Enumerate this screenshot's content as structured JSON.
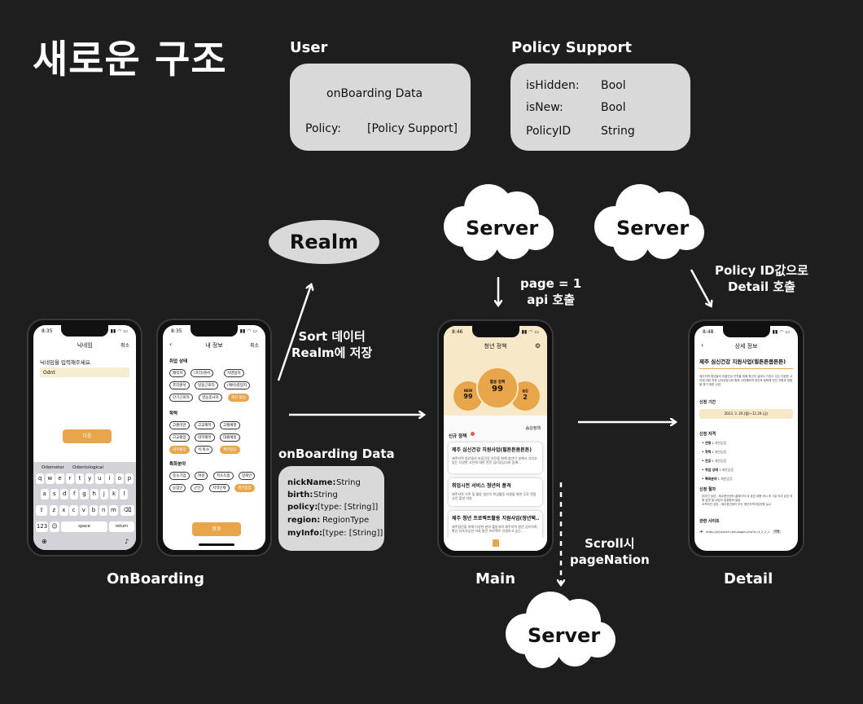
{
  "title": "새로운 구조",
  "user": {
    "label": "User",
    "line1": "onBoarding Data",
    "policy_key": "Policy:",
    "policy_val": "[Policy Support]"
  },
  "policy_support": {
    "label": "Policy Support",
    "rows": [
      {
        "key": "isHidden:",
        "val": "Bool"
      },
      {
        "key": "isNew:",
        "val": "Bool"
      },
      {
        "key": "PolicyID",
        "val": "String"
      }
    ]
  },
  "realm": "Realm",
  "sort_note": [
    "Sort 데이터",
    "Realm에 저장"
  ],
  "servers": [
    "Server",
    "Server",
    "Server"
  ],
  "page_note": [
    "page = 1",
    "api 호출"
  ],
  "detail_note": [
    "Policy ID값으로",
    "Detail 호출"
  ],
  "scroll_note": [
    "Scroll시",
    "pageNation"
  ],
  "onboarding_data": {
    "label": "onBoarding Data",
    "rows": [
      {
        "key": "nickName:",
        "val": "String"
      },
      {
        "key": "birth:",
        "val": "String"
      },
      {
        "key": "policy:",
        "val": "[type: [String]]"
      },
      {
        "key": "region:",
        "val": "RegionType"
      },
      {
        "key": "myInfo:",
        "val": "[type: [String]]"
      }
    ]
  },
  "captions": {
    "onboarding": "OnBoarding",
    "main": "Main",
    "detail": "Detail"
  },
  "phone1": {
    "time": "8:35",
    "nav_title": "닉네임",
    "nav_right": "취소",
    "prompt": "닉네임을 입력해주세요.",
    "input": "Odnt",
    "button": "다음",
    "suggestions": [
      "Odometer",
      "Odontological"
    ],
    "row1": [
      "q",
      "w",
      "e",
      "r",
      "t",
      "y",
      "u",
      "i",
      "o",
      "p"
    ],
    "row2": [
      "a",
      "s",
      "d",
      "f",
      "g",
      "h",
      "j",
      "k",
      "l"
    ],
    "row3": [
      "z",
      "x",
      "c",
      "v",
      "b",
      "n",
      "m"
    ],
    "key_123": "123",
    "key_space": "space",
    "key_return": "return"
  },
  "phone2": {
    "time": "8:35",
    "nav_title": "내 정보",
    "nav_right": "취소",
    "sec1": "취업 상태",
    "chips1": [
      "재직자",
      "(프리)랜서",
      "자영업자",
      "프리랜서",
      "일용근로자",
      "(예비)창업자",
      "단기근로자",
      "영농종사자",
      "제한 없음"
    ],
    "sec2": "학력",
    "chips2": [
      "고졸미만",
      "고교재학",
      "고졸예정",
      "고교졸업",
      "대학재학",
      "대졸예정",
      "대학졸업",
      "석·박사"
    ],
    "chips2b": [
      "제한없음"
    ],
    "sec3": "특화분야",
    "chips3": [
      "중소기업",
      "여성",
      "저소득층",
      "장애인",
      "농업인",
      "군인",
      "지역인재",
      "제한없음"
    ],
    "button": "완료"
  },
  "phone3": {
    "time": "8:46",
    "nav_title": "청년 정책",
    "circle_big_label": "활용 정책",
    "circle_big_val": "99",
    "circle_left_label": "NEW",
    "circle_left_val": "99",
    "circle_right_label": "숨김",
    "circle_right_val": "2",
    "link": "숨김정책",
    "section": "신규 정책",
    "cards": [
      {
        "title": "제주 심신건강 지원사업(힐튼튼몸튼튼)",
        "desc": "제주지역 청년들의 마음건강 안전을 위해 청년이 설계서 가치고 있는 다양한 고민에 대한 전문 심리상담사와 함께..."
      },
      {
        "title": "취업시전 서비스 청년의 품격",
        "desc": "제주지역 거주 및 활동 청년의 취업활동 지원을 위한 무료 면접사진 촬영 지원"
      },
      {
        "title": "제주 청년 프로젝트활동 지원사업(청년택...",
        "desc": "제주청년을 위해 다양한 분야 활동하여 제주지역 청년 공유하며, 확산 지속가능한 사회 발전 프로젝트 지원하고 있는..."
      }
    ]
  },
  "phone4": {
    "time": "8:48",
    "nav_title": "상세 정보",
    "heading": "제주 심신건강 지원사업(힐튼튼몸튼튼)",
    "desc": "제주지역 청년들의 마음건강 안전을 위해 청년이 설계서 가치고 있는 다양한 고민에 대한 전문 심리상담사와 함께 고민해보며 개인적 회복에 연관 자원과 방법을 찾기 위한 사업",
    "period_label": "신청 기간",
    "period": "2023. 3. 20.(월)~12.29.(금)",
    "qual_label": "신청 자격",
    "quals": [
      {
        "k": "연령 :",
        "v": "제한없음"
      },
      {
        "k": "학력 :",
        "v": "제한없음"
      },
      {
        "k": "전공 :",
        "v": "제한없음"
      },
      {
        "k": "취업 상태 :",
        "v": "제한없음"
      },
      {
        "k": "특화분야 :",
        "v": "제한없음"
      }
    ],
    "proc_label": "신청 절차",
    "procs": [
      "온라인 상담 : 제주청년센터 홈페이지 내 상담 내용 게시 후 7일 이내 상담 내용 답변 및 내담자 일정협의 발송",
      "오프라인 상담 : 제주청년센터 또는 청년지역극장지원 실시"
    ],
    "site_label": "관련 사이트",
    "site": "https://jejuyouth.com/pages.php?p=4_2_2_1",
    "site_btn": "이동"
  }
}
